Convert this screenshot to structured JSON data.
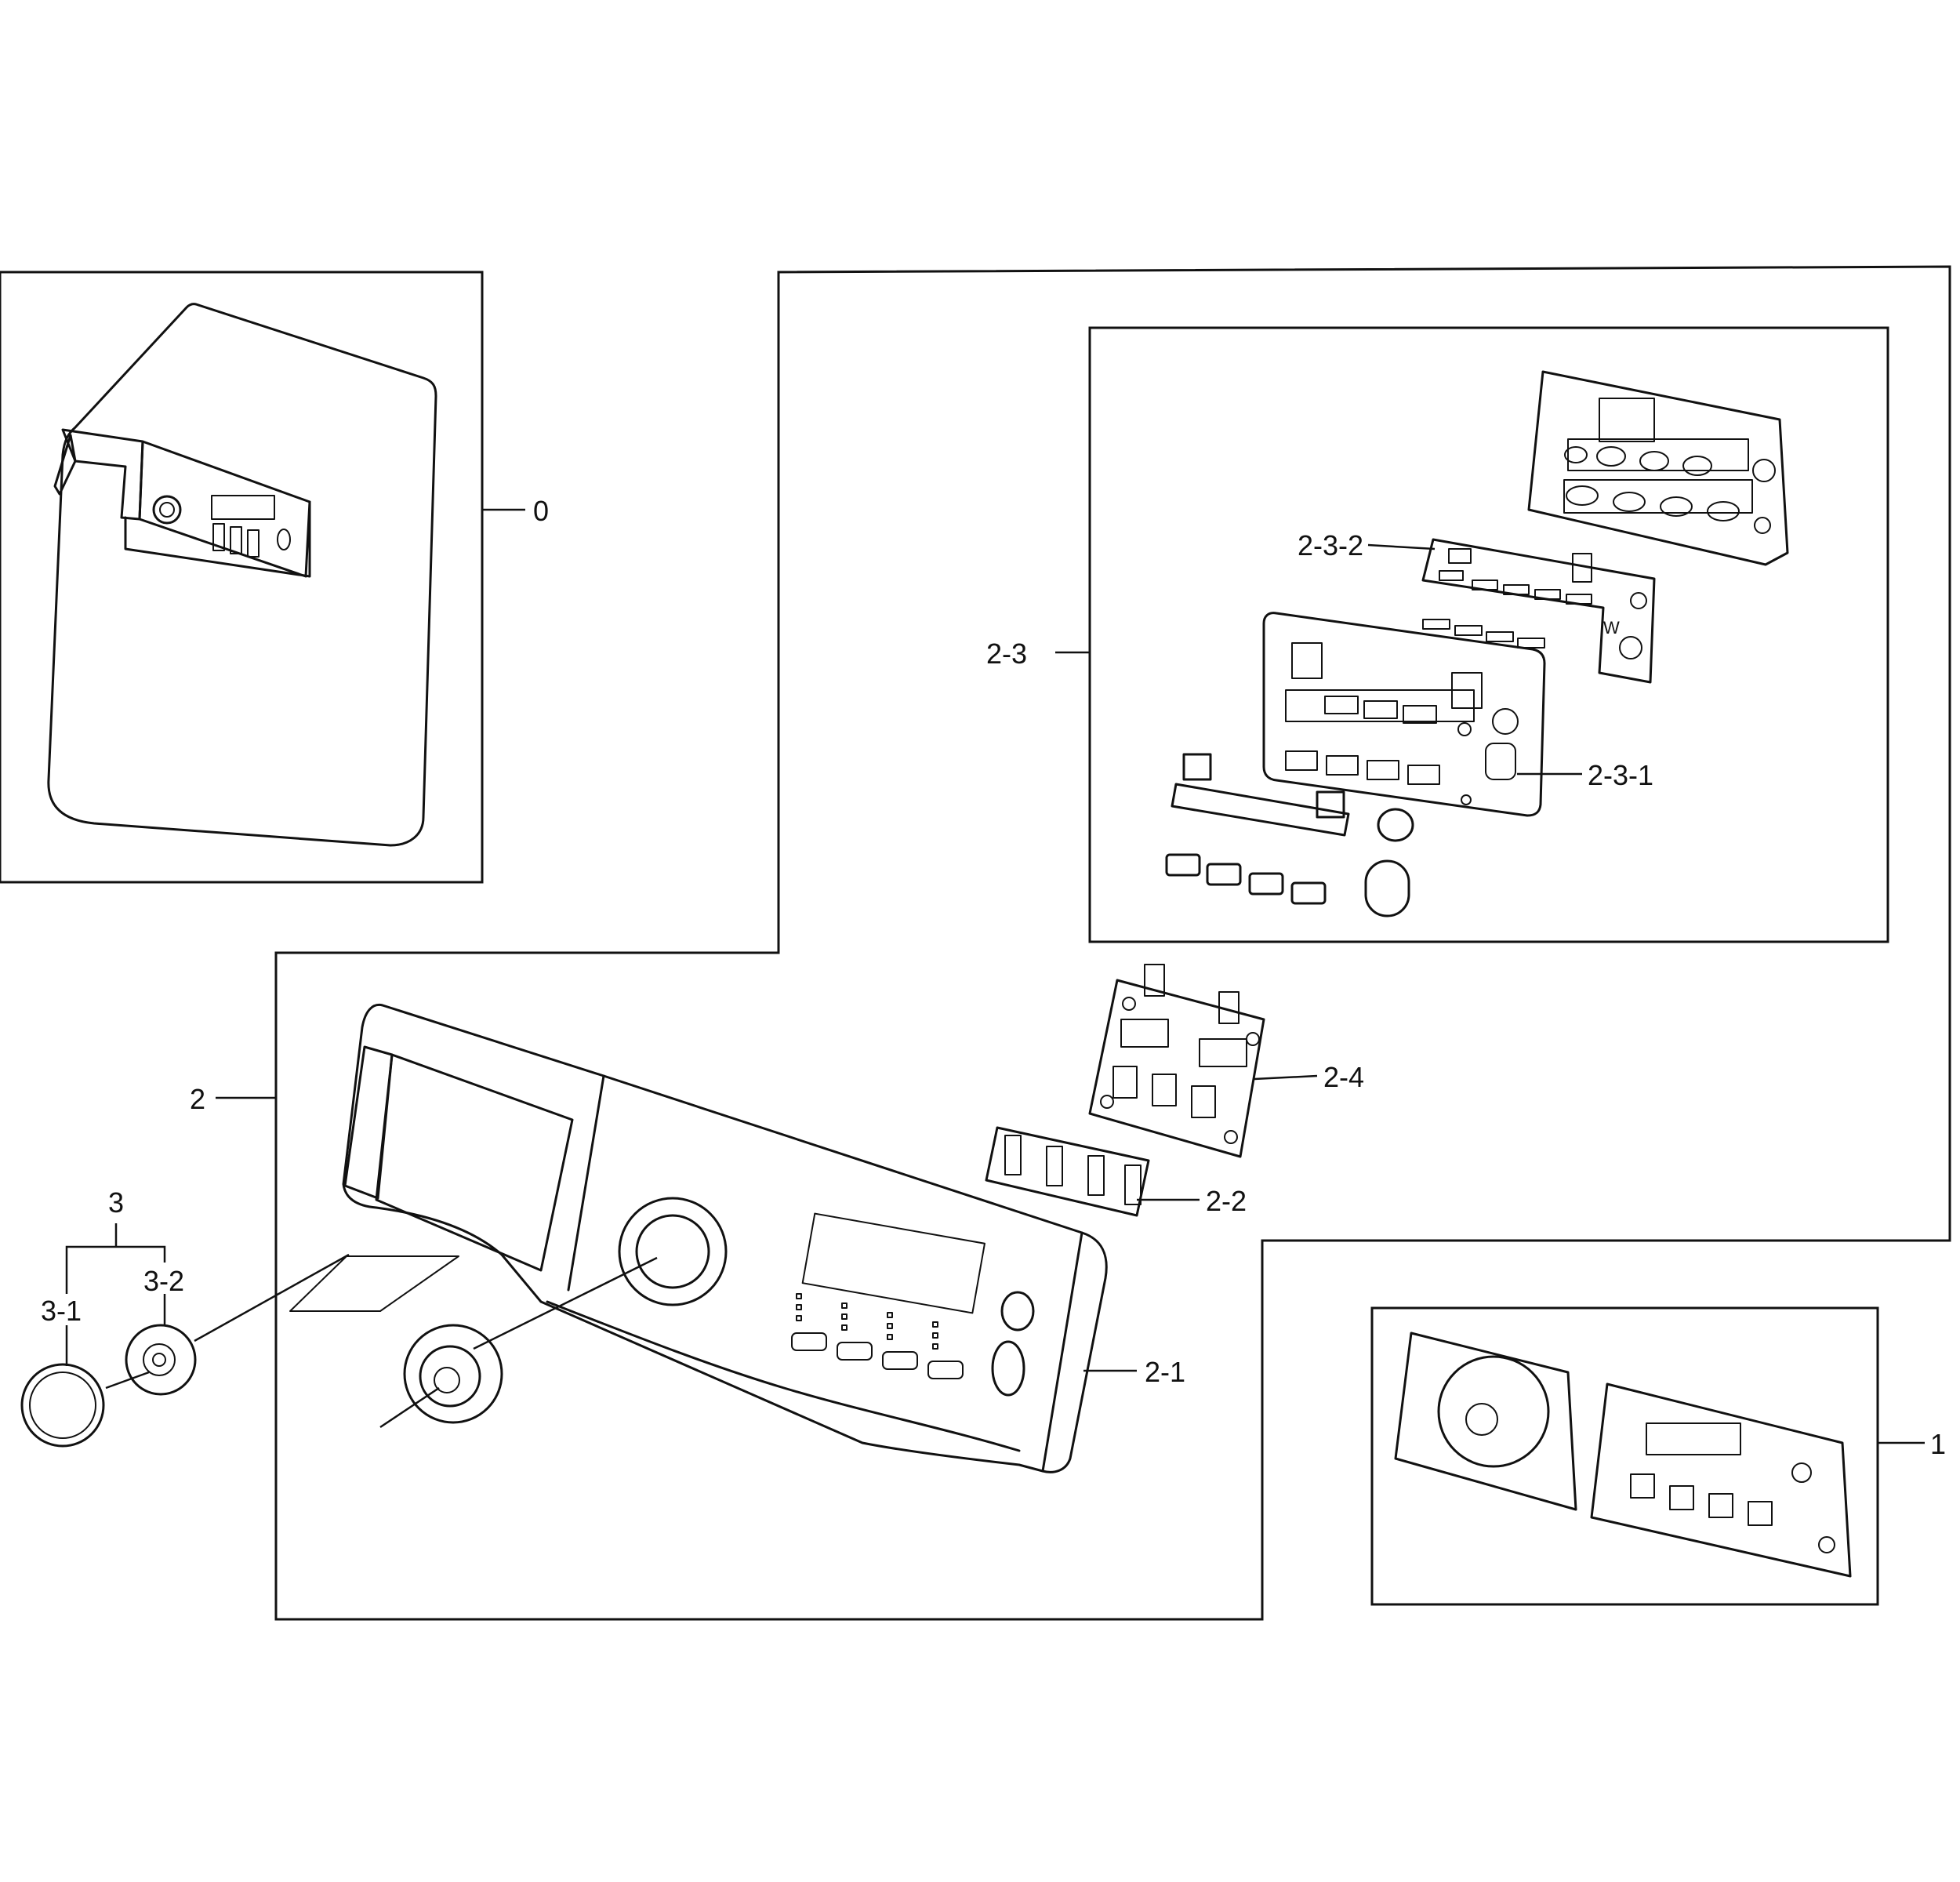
{
  "diagram": {
    "callouts": {
      "c0": "0",
      "c1": "1",
      "c2": "2",
      "c2_1": "2-1",
      "c2_2": "2-2",
      "c2_3": "2-3",
      "c2_3_1": "2-3-1",
      "c2_3_2": "2-3-2",
      "c2_4": "2-4",
      "c3": "3",
      "c3_1": "3-1",
      "c3_2": "3-2"
    }
  }
}
